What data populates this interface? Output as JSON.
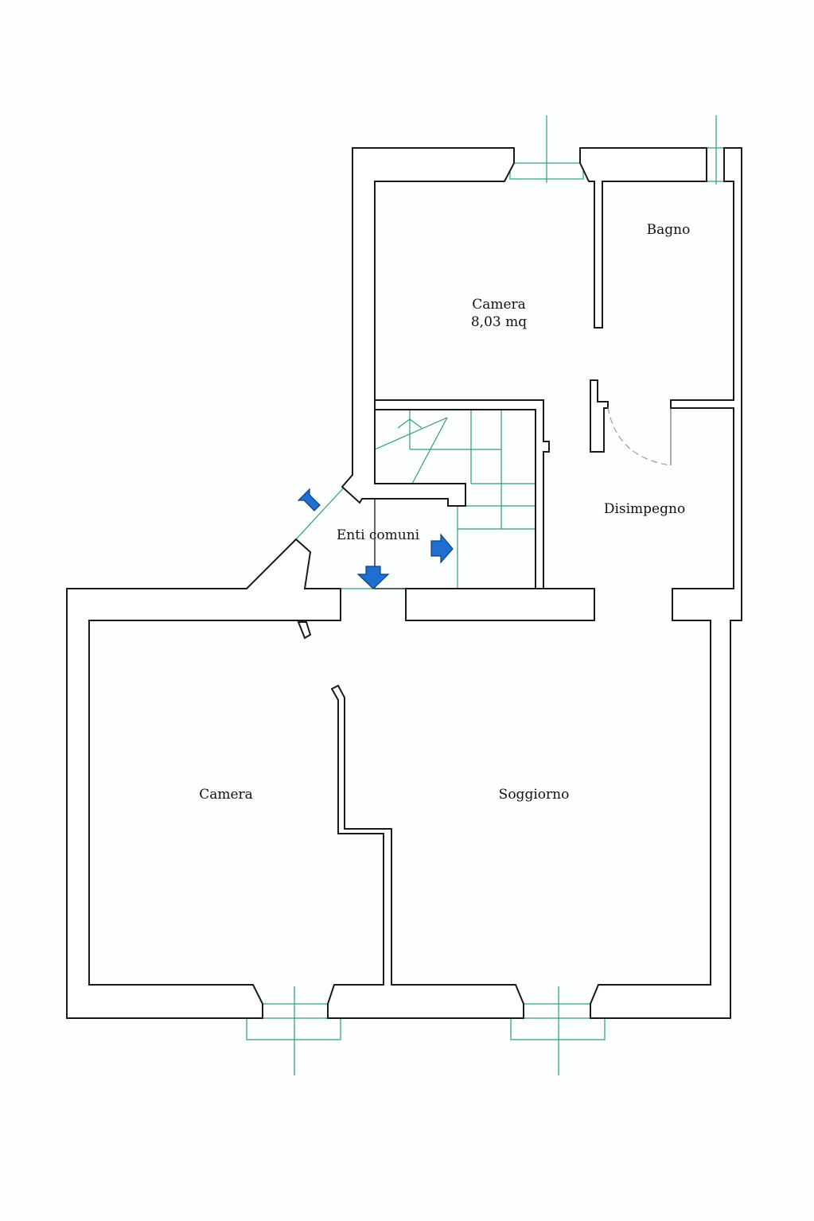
{
  "rooms": {
    "camera_top": {
      "name": "Camera",
      "area": "8,03 mq"
    },
    "bagno": {
      "name": "Bagno"
    },
    "disimpegno": {
      "name": "Disimpegno"
    },
    "enti_comuni": {
      "name": "Enti comuni"
    },
    "camera_bottom": {
      "name": "Camera"
    },
    "soggiorno": {
      "name": "Soggiorno"
    }
  },
  "colors": {
    "walls": "#1a1a1a",
    "fixtures": "#2e9e78",
    "arrows": "#1f6fd1"
  },
  "icons": [
    "entry-arrow-icon",
    "entry-arrow-icon",
    "entry-arrow-icon"
  ]
}
